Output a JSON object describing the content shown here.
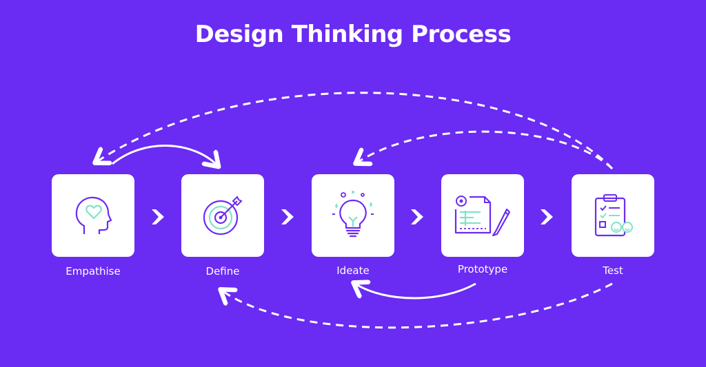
{
  "title": "Design Thinking Process",
  "steps": [
    {
      "label": "Empathise",
      "icon": "head-heart-icon"
    },
    {
      "label": "Define",
      "icon": "target-arrow-icon"
    },
    {
      "label": "Ideate",
      "icon": "lightbulb-icon"
    },
    {
      "label": "Prototype",
      "icon": "blueprint-pencil-icon"
    },
    {
      "label": "Test",
      "icon": "clipboard-checklist-icon"
    }
  ],
  "colors": {
    "background": "#6a2bf2",
    "icon_stroke": "#6a2bf2",
    "icon_accent": "#7fe3c8",
    "card": "#ffffff",
    "text": "#ffffff"
  }
}
